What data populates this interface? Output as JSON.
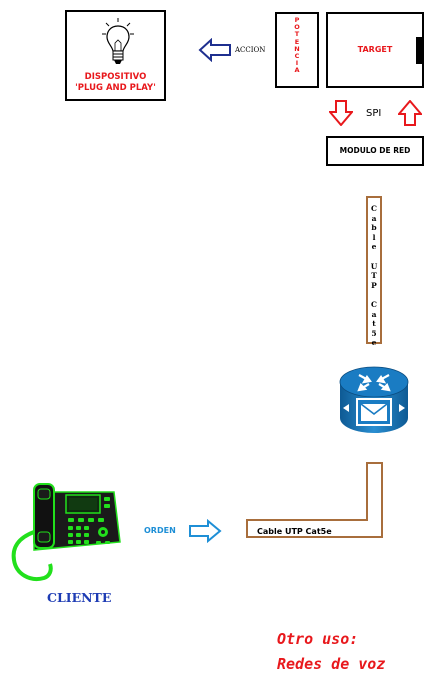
{
  "device": {
    "label_line1": "DISPOSITIVO",
    "label_line2": "'PLUG AND PLAY'",
    "icon": "lightbulb-icon"
  },
  "accion_label": "ACCION",
  "potencia_letters": [
    "P",
    "O",
    "T",
    "E",
    "N",
    "C",
    "I",
    "A"
  ],
  "target_label": "TARGET",
  "spi_label": "SPI",
  "modulo_label": "MODULO DE RED",
  "cable_vertical_lines": [
    "C",
    "a",
    "b",
    "l",
    "e",
    "",
    "U",
    "T",
    "P",
    "",
    "C",
    "a",
    "t",
    "5",
    "e"
  ],
  "cable_horizontal_label": "Cable UTP Cat5e",
  "orden_label": "ORDEN",
  "cliente_label": "CLIENTE",
  "router_icon": "router-icon",
  "phone_icon": "ip-phone-icon",
  "note": {
    "line1": "Otro uso:",
    "line2": "Redes de voz"
  },
  "colors": {
    "red": "#e8181c",
    "navy_arrow": "#1e2f8f",
    "blue_arrow": "#1e8fd6",
    "cable_brown": "#a86e3c",
    "router_blue": "#1577b8",
    "phone_green": "#22e01c",
    "cliente_blue": "#1e3cb4"
  }
}
